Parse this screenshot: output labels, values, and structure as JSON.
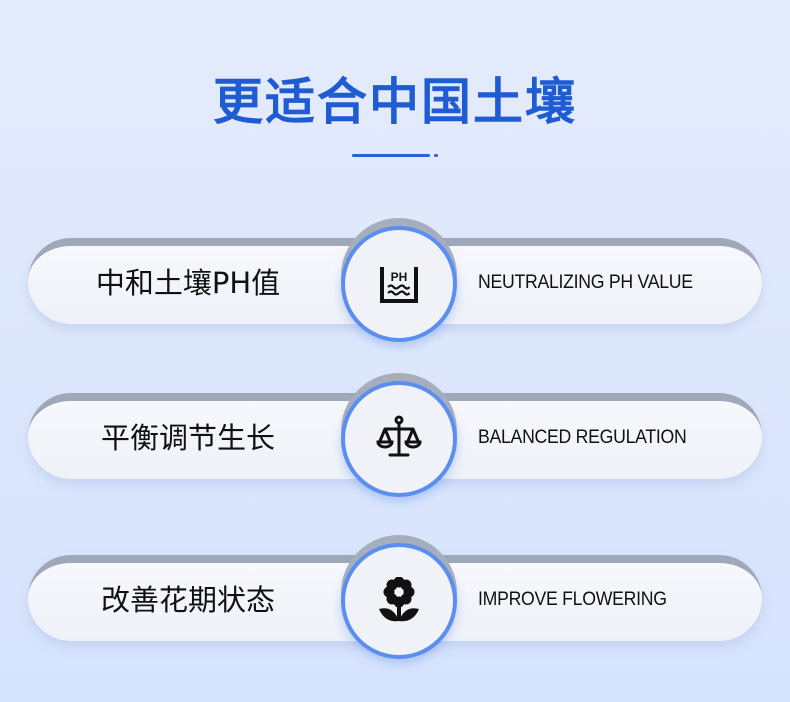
{
  "title": "更适合中国土壤",
  "features": [
    {
      "cn": "中和土壤PH值",
      "en": "NEUTRALIZING PH VALUE",
      "icon": "ph-icon"
    },
    {
      "cn": "平衡调节生长",
      "en": "BALANCED REGULATION",
      "icon": "scale-icon"
    },
    {
      "cn": "改善花期状态",
      "en": "IMPROVE FLOWERING",
      "icon": "flower-icon"
    }
  ],
  "colors": {
    "accent": "#1f5bd2",
    "ring": "#5a8ef0"
  }
}
